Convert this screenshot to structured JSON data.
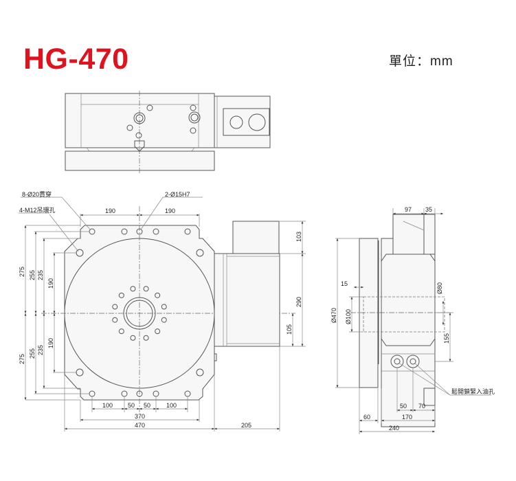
{
  "header": {
    "model": "HG-470",
    "unit": "單位：mm"
  },
  "annotations": {
    "through_holes": "8-Ø20貫穿",
    "pin_holes": "2-Ø15H7",
    "eyebolt_holes": "4-M12吊環孔",
    "oil_port": "鬆開鎖緊入油孔"
  },
  "front_view_dims": {
    "top_left": "190",
    "top_right": "190",
    "left_upper": [
      "275",
      "255",
      "235",
      "190"
    ],
    "left_lower": [
      "275",
      "255",
      "235",
      "190"
    ],
    "bottom_spacing": [
      "100",
      "50",
      "50",
      "100"
    ],
    "width_370": "370",
    "width_470": "470",
    "motor_205": "205",
    "motor_103": "103",
    "motor_290": "290",
    "motor_105": "105"
  },
  "side_view_dims": {
    "top_97": "97",
    "top_35": "35",
    "d15": "15",
    "dia_470": "Ø470",
    "dia_100": "Ø100",
    "dia_80": "Ø80",
    "h155": "155",
    "b50": "50",
    "b70": "70",
    "b60": "60",
    "b170": "170",
    "b240": "240"
  }
}
